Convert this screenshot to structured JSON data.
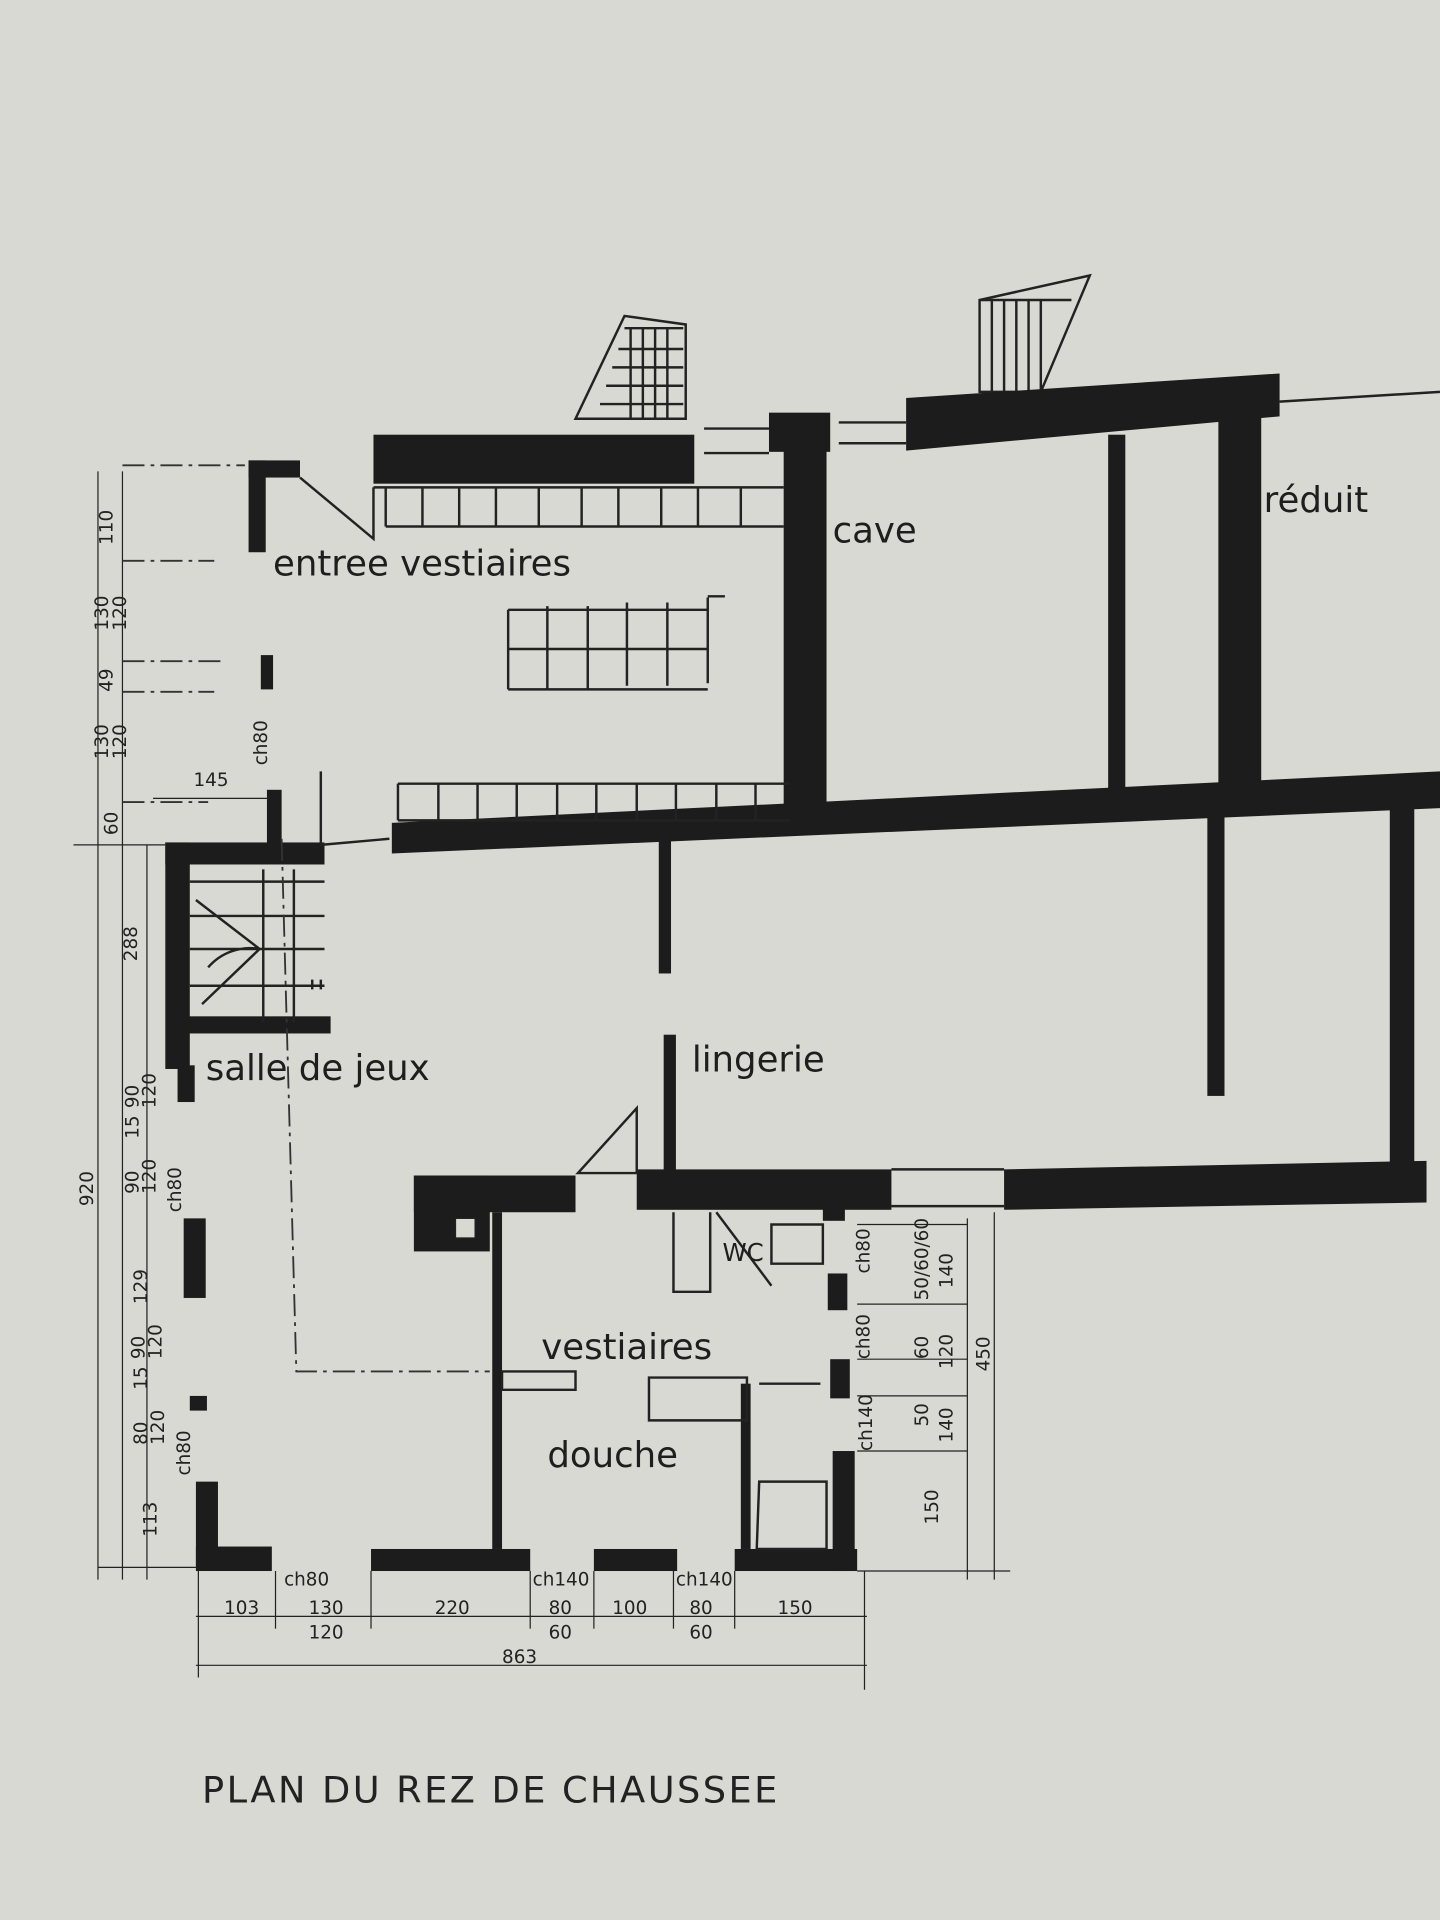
{
  "title": "PLAN DU REZ DE CHAUSSEE",
  "rooms": {
    "entree_vestiaires": "entree vestiaires",
    "cave": "cave",
    "reduit": "réduit",
    "salle_de_jeux": "salle de jeux",
    "lingerie": "lingerie",
    "wc": "WC",
    "vestiaires": "vestiaires",
    "douche": "douche"
  },
  "dimensions": {
    "left": [
      "110",
      "130",
      "120",
      "49",
      "130",
      "120",
      "60",
      "288",
      "920",
      "90",
      "120",
      "15",
      "90",
      "120",
      "129",
      "90",
      "120",
      "15",
      "80",
      "120",
      "113"
    ],
    "left_openings": [
      "ch80",
      "ch80",
      "ch80",
      "145"
    ],
    "bottom_openings": [
      "ch80",
      "ch140",
      "ch140"
    ],
    "bottom": [
      "103",
      "130",
      "120",
      "220",
      "80",
      "60",
      "100",
      "80",
      "60",
      "150"
    ],
    "bottom_total": "863",
    "right_openings": [
      "ch80",
      "ch80",
      "ch140"
    ],
    "right": [
      "50/60/60",
      "140",
      "60",
      "120",
      "50",
      "140",
      "150"
    ],
    "right_total": "450"
  }
}
